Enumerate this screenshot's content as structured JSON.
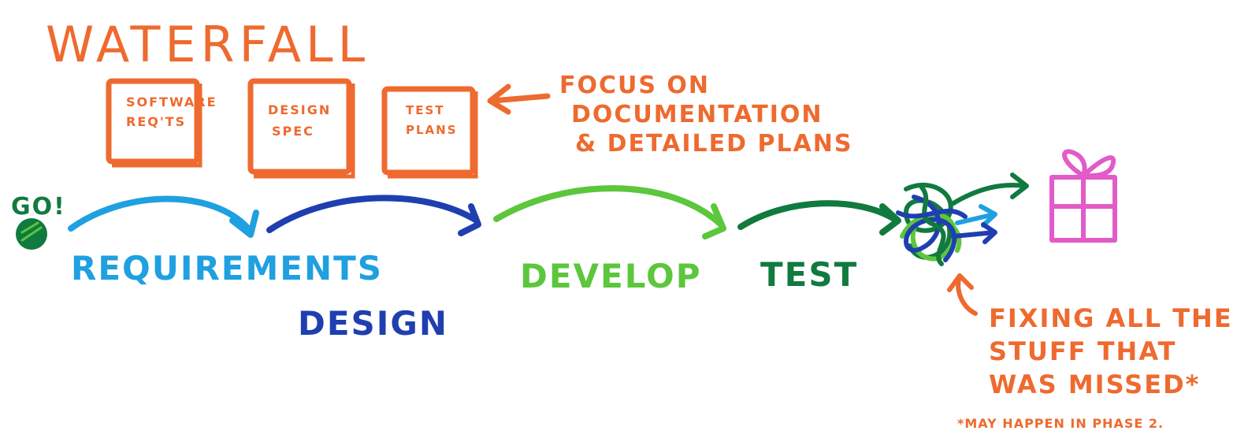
{
  "title": "WATERFALL",
  "documents": [
    {
      "line1": "SOFTWARE",
      "line2": "REQ'TS"
    },
    {
      "line1": "DESIGN",
      "line2": "SPEC"
    },
    {
      "line1": "TEST",
      "line2": "PLANS"
    }
  ],
  "doc_note": {
    "line1": "FOCUS ON",
    "line2": "DOCUMENTATION",
    "line3": "& DETAILED PLANS"
  },
  "start_label": "GO!",
  "phases": {
    "requirements": "REQUIREMENTS",
    "design": "DESIGN",
    "develop": "DEVELOP",
    "test": "TEST"
  },
  "fix_note": {
    "line1": "FIXING ALL THE",
    "line2": "STUFF THAT",
    "line3": "WAS MISSED*"
  },
  "footnote": "*MAY HAPPEN IN PHASE 2.",
  "colors": {
    "orange": "#ee6a2f",
    "light_blue": "#1fa0e0",
    "dark_blue": "#1f3fb0",
    "light_green": "#5cc63c",
    "dark_green": "#117a3e",
    "pink": "#e25bc8"
  }
}
